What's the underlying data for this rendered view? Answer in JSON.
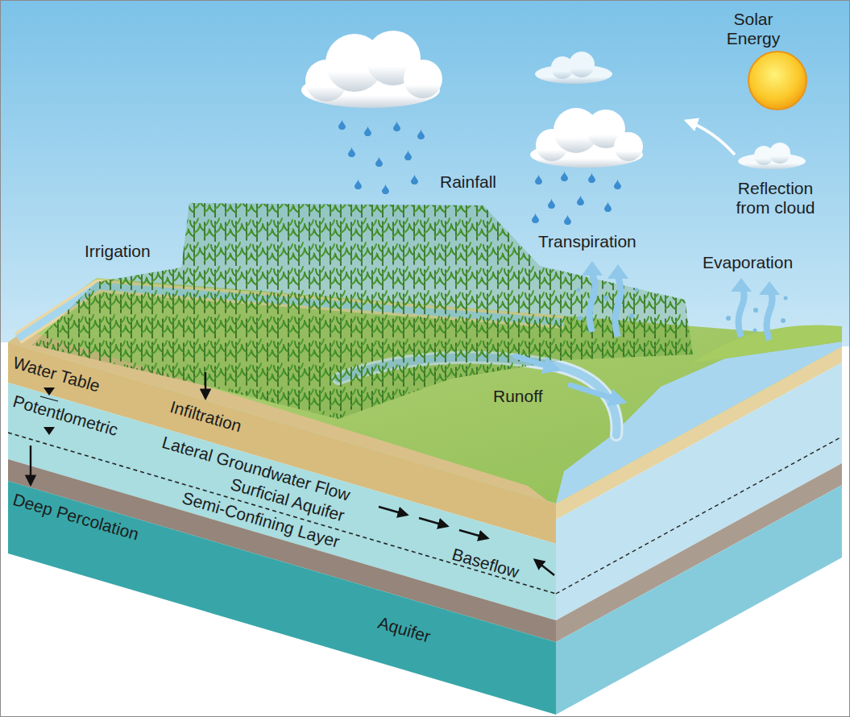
{
  "diagram": {
    "labels": [
      "Solar Energy",
      "Rainfall",
      "Reflection from cloud",
      "Irrigation",
      "Transpiration",
      "Evaporation",
      "Water Table",
      "Infiltration",
      "Potentlometric",
      "Runoff",
      "Lateral Groundwater Flow",
      "Surficial Aquifer",
      "Semi-Confining Layer",
      "Baseflow",
      "Deep Percolation",
      "Aquifer"
    ]
  }
}
